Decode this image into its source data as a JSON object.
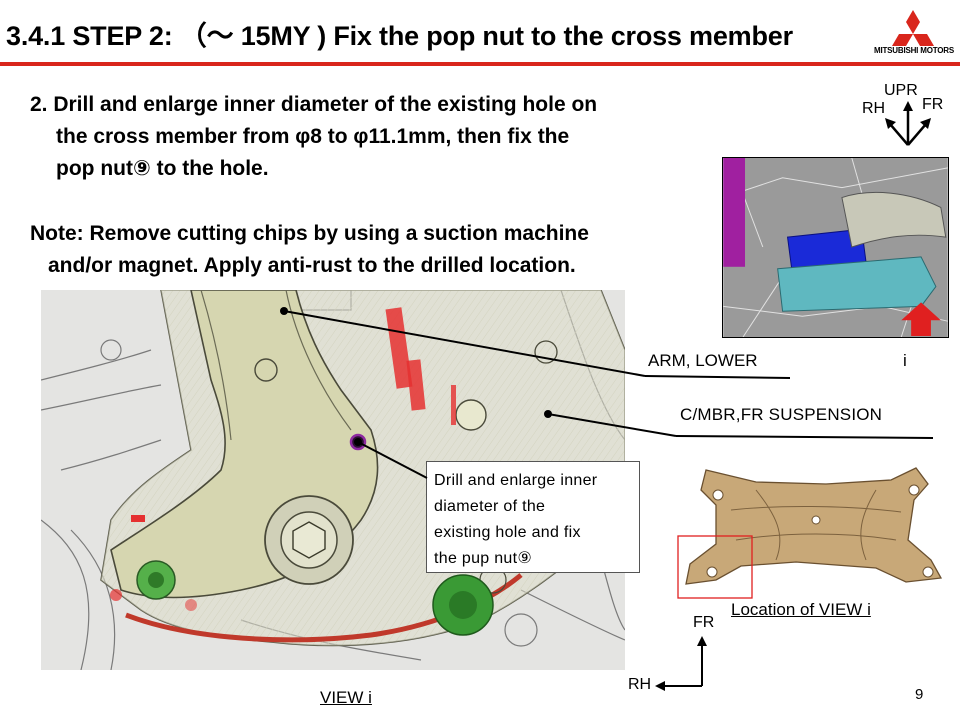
{
  "header": {
    "title": "3.4.1 STEP 2: （～ 15MY ) Fix the pop nut to the cross member",
    "logo_text": "MITSUBISHI MOTORS",
    "accent": "#d9261c"
  },
  "body": {
    "step_lines": [
      "2. Drill and enlarge inner diameter of the existing hole on",
      "the cross member from φ8 to φ11.1mm, then fix the",
      "pop nut⑨ to the hole."
    ],
    "note_lines": [
      "Note: Remove cutting chips by using a suction machine",
      "and/or magnet. Apply anti-rust to the drilled location."
    ]
  },
  "callout": {
    "lines": [
      "Drill and enlarge inner",
      "diameter of the",
      "existing hole and fix",
      "the pup nut⑨"
    ]
  },
  "labels": {
    "arm": "ARM, LOWER",
    "view_marker": "i",
    "cmbr": "C/MBR,FR SUSPENSION",
    "location": "Location of VIEW i",
    "view": "VIEW i",
    "page": "9"
  },
  "directions": {
    "upr": "UPR",
    "rh": "RH",
    "fr": "FR",
    "fr2": "FR",
    "rh2": "RH"
  }
}
